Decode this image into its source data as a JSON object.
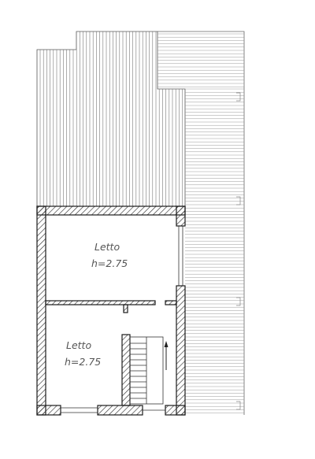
{
  "rooms": [
    {
      "name": "Letto",
      "height": "h=2.75"
    },
    {
      "name": "Letto",
      "height": "h=2.75"
    }
  ],
  "colors": {
    "wall_outline": "#1a1a1a",
    "hatch": "#333333",
    "roof_lines": "#8a8a8a",
    "room_text": "#555555"
  },
  "icons": [
    "stair-direction-arrow-icon"
  ]
}
